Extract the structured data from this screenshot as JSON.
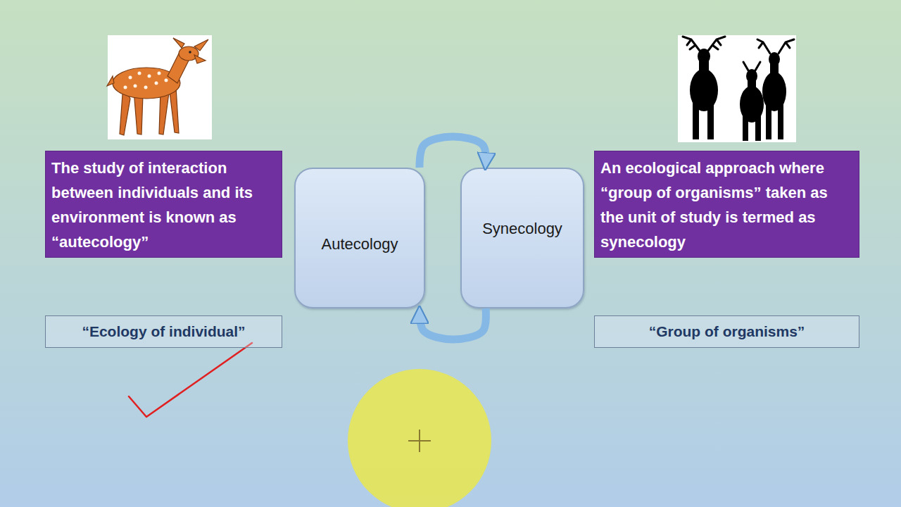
{
  "diagram": {
    "nodes": [
      {
        "text": [
          "The study of interaction between individuals and its environment is known as “autecology”"
        ]
      },
      {
        "text": [
          "Autecology"
        ]
      },
      {
        "text": [
          "Synecology"
        ]
      },
      {
        "text": [
          "An ecological approach where “group of organisms” taken as the unit of study is termed as synecology"
        ]
      },
      {
        "text": [
          "“Ecology of individual”"
        ]
      },
      {
        "text": [
          "“Group of organisms”"
        ]
      }
    ],
    "edges": [
      {
        "from": 1,
        "to": 2,
        "arrow": "to"
      },
      {
        "from": 2,
        "to": 1,
        "arrow": "to"
      }
    ]
  }
}
